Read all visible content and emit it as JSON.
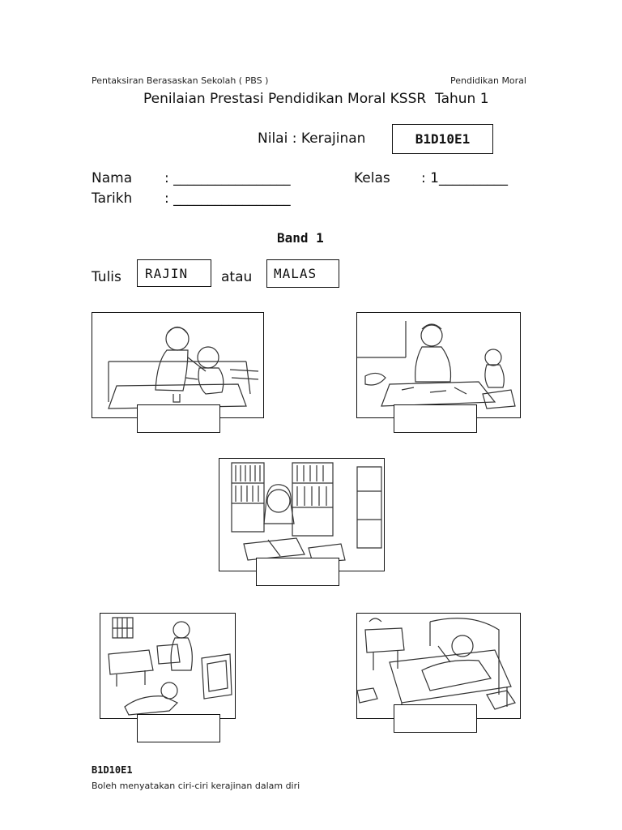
{
  "header": {
    "left_text": "Pentaksiran Berasaskan Sekolah ( PBS )",
    "right_text": "Pendidikan Moral"
  },
  "title": "Penilaian Prestasi Pendidikan Moral KSSR  Tahun 1",
  "value_line": {
    "label": "Nilai : Kerajinan",
    "code": "B1D10E1"
  },
  "fields": {
    "nama_label": "Nama",
    "nama_value": ": _________________",
    "tarikh_label": "Tarikh",
    "tarikh_value": ": _________________",
    "kelas_label": "Kelas",
    "kelas_value": ": 1__________"
  },
  "band": "Band 1",
  "instruction": {
    "tulis": "Tulis",
    "option1": "RAJIN",
    "atau": "atau",
    "option2": "MALAS"
  },
  "pictures": [
    {
      "icon": "mother-feeding-child-illustration"
    },
    {
      "icon": "mother-cleaning-table-illustration"
    },
    {
      "icon": "girl-reading-in-library-illustration"
    },
    {
      "icon": "boy-watching-tv-illustration"
    },
    {
      "icon": "child-sleeping-in-messy-bedroom-illustration"
    }
  ],
  "footer": {
    "code": "B1D10E1",
    "description": "Boleh menyatakan ciri-ciri kerajinan dalam diri"
  }
}
